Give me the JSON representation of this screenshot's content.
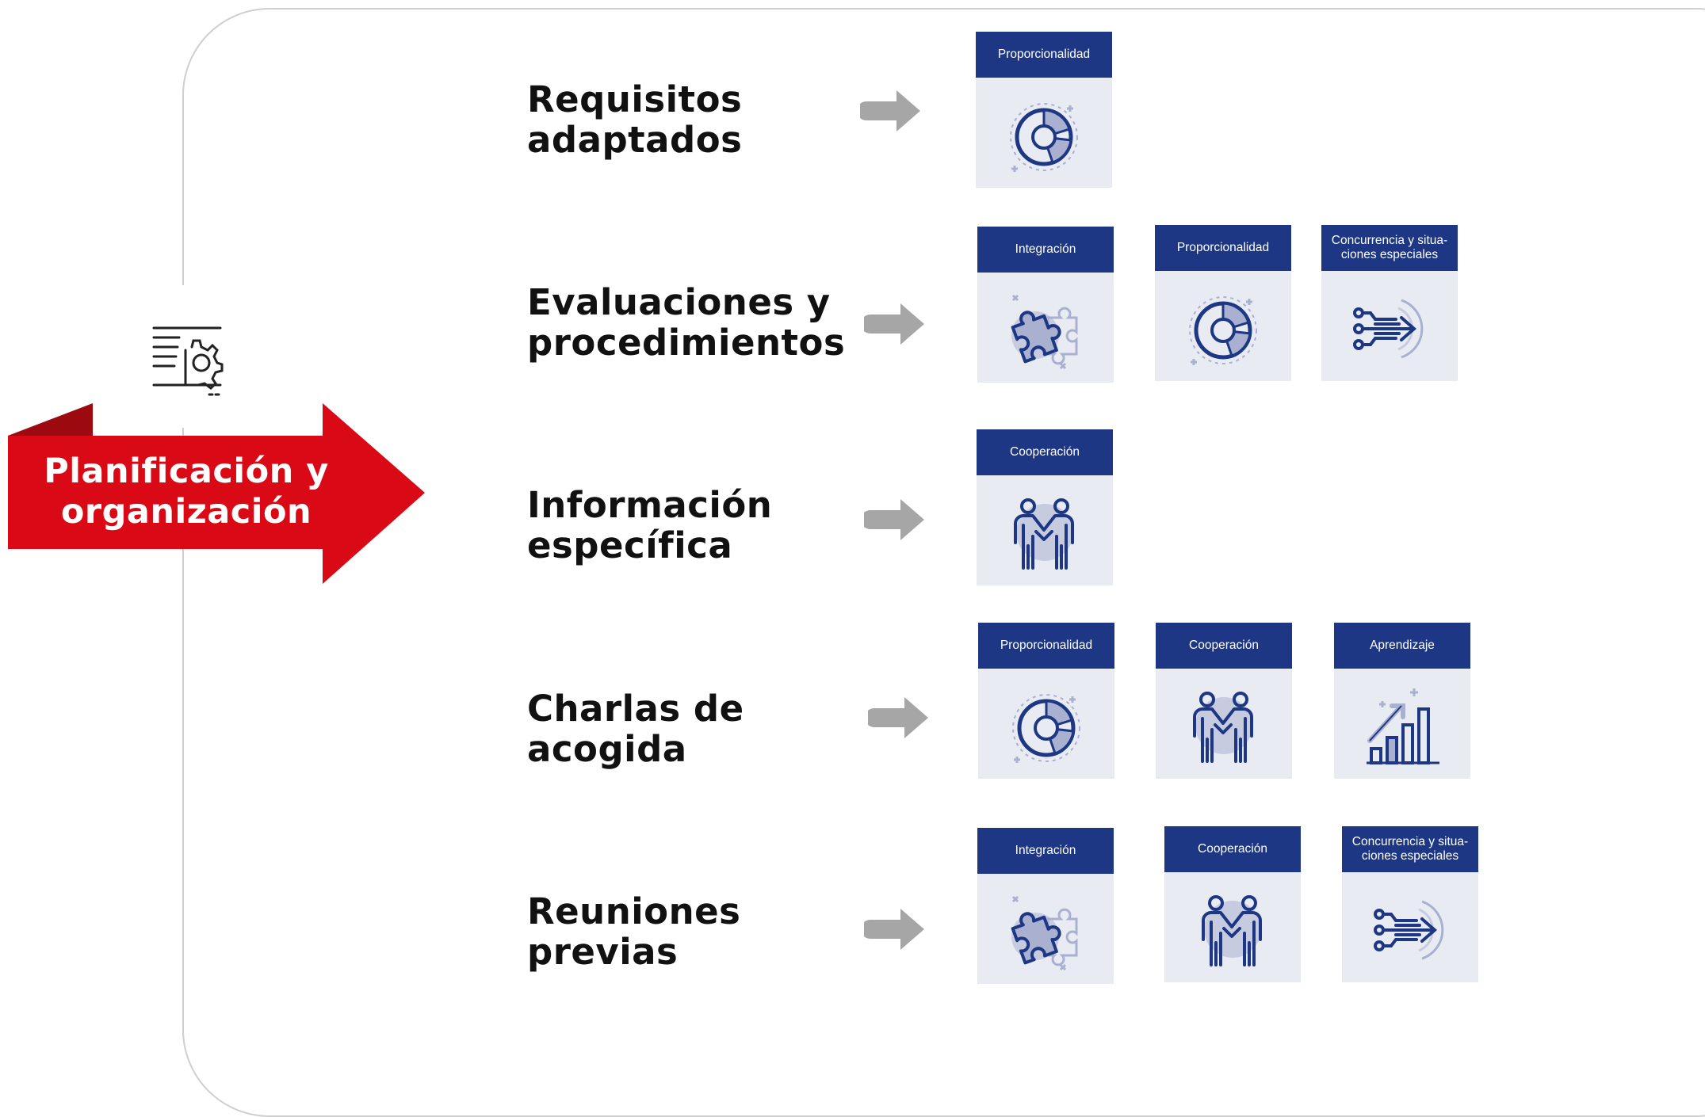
{
  "main": {
    "label": "Planificación y organización",
    "label_lines": [
      "Planificación y",
      "organización"
    ],
    "icon": "process-settings-icon",
    "color": "#d90a16"
  },
  "rows": [
    {
      "title_lines": [
        "Requisitos",
        "adaptados"
      ],
      "cards": [
        {
          "label": "Proporcionalidad",
          "icon": "pie-chart-icon"
        }
      ]
    },
    {
      "title_lines": [
        "Evaluaciones y",
        "procedimientos"
      ],
      "cards": [
        {
          "label": "Integración",
          "icon": "puzzle-icon"
        },
        {
          "label": "Proporcionalidad",
          "icon": "pie-chart-icon"
        },
        {
          "label": "Concurrencia y situa-ciones especiales",
          "label_lines": [
            "Concurrencia y situa-",
            "ciones especiales"
          ],
          "icon": "circuit-arrow-icon"
        }
      ]
    },
    {
      "title_lines": [
        "Información",
        "específica"
      ],
      "cards": [
        {
          "label": "Cooperación",
          "icon": "handshake-people-icon"
        }
      ]
    },
    {
      "title_lines": [
        "Charlas de",
        "acogida"
      ],
      "cards": [
        {
          "label": "Proporcionalidad",
          "icon": "pie-chart-icon"
        },
        {
          "label": "Cooperación",
          "icon": "handshake-people-icon"
        },
        {
          "label": "Aprendizaje",
          "icon": "growth-chart-icon"
        }
      ]
    },
    {
      "title_lines": [
        "Reuniones",
        "previas"
      ],
      "cards": [
        {
          "label": "Integración",
          "icon": "puzzle-icon"
        },
        {
          "label": "Cooperación",
          "icon": "handshake-people-icon"
        },
        {
          "label": "Concurrencia y situa-ciones especiales",
          "label_lines": [
            "Concurrencia y situa-",
            "ciones especiales"
          ],
          "icon": "circuit-arrow-icon"
        }
      ]
    }
  ],
  "colors": {
    "card_header": "#1d3784",
    "card_body": "#e9ebf2",
    "icon_light": "#a9b0d0",
    "arrow": "#a6a6a6",
    "frame": "#cfcfcf"
  }
}
